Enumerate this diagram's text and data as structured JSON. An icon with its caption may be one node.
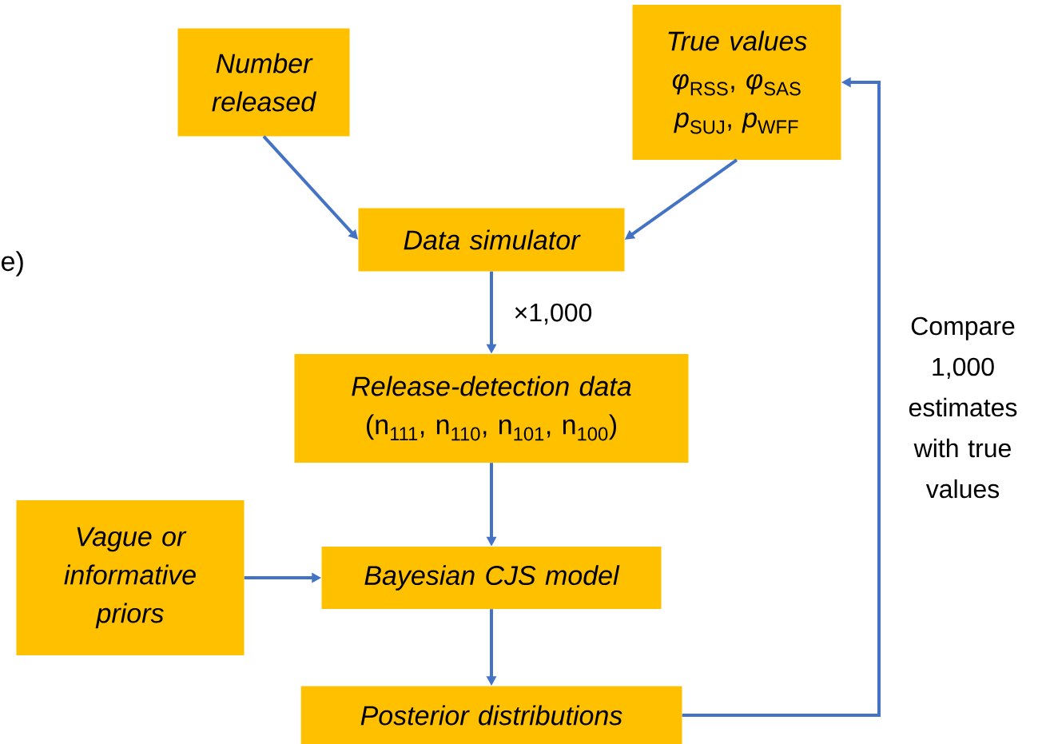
{
  "diagram": {
    "nodes": [
      {
        "text": [
          "Number released"
        ]
      },
      {
        "text": [
          "True values",
          "*φ*$_{RSS}$, *φ*$_{SAS}$",
          "*p*$_{SUJ}$, *p*$_{WFF}$"
        ]
      },
      {
        "text": [
          "Data simulator"
        ]
      },
      {
        "text": [
          "Release-detection data",
          "(n$_{111}$, n$_{110}$, n$_{101}$, n$_{100}$)"
        ]
      },
      {
        "text": [
          "Vague or informative priors"
        ]
      },
      {
        "text": [
          "Bayesian CJS model"
        ]
      },
      {
        "text": [
          "Posterior distributions"
        ]
      }
    ],
    "edges": [
      {
        "from": 0,
        "to": 2,
        "arrow": "to"
      },
      {
        "from": 1,
        "to": 2,
        "arrow": "to"
      },
      {
        "from": 2,
        "to": 3,
        "arrow": "to",
        "label": "×1,000"
      },
      {
        "from": 3,
        "to": 5,
        "arrow": "to"
      },
      {
        "from": 4,
        "to": 5,
        "arrow": "to"
      },
      {
        "from": 5,
        "to": 6,
        "arrow": "to"
      },
      {
        "from": 6,
        "to": 1,
        "arrow": "to",
        "label": "Compare 1,000 estimates with true values"
      }
    ],
    "labels": [
      "e)"
    ]
  }
}
